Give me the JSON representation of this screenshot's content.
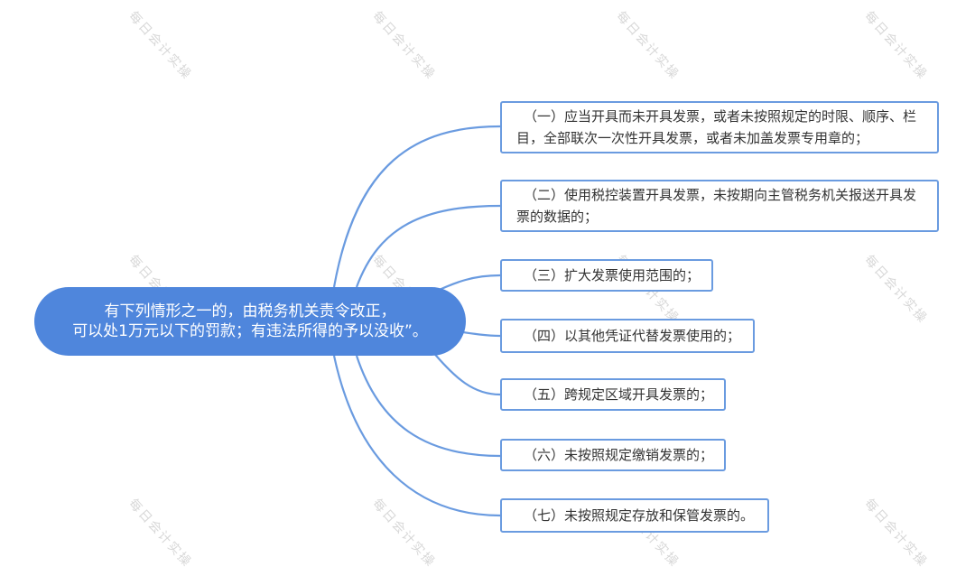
{
  "root": {
    "line1": "有下列情形之一的，由税务机关责令改正，",
    "line2": "可以处1万元以下的罚款；有违法所得的予以没收”。"
  },
  "branches": [
    "（一）应当开具而未开具发票，或者未按照规定的时限、顺序、栏目，全部联次一次性开具发票，或者未加盖发票专用章的；",
    "（二）使用税控装置开具发票，未按期向主管税务机关报送开具发票的数据的；",
    "（三）扩大发票使用范围的；",
    "（四）以其他凭证代替发票使用的；",
    "（五）跨规定区域开具发票的；",
    "（六）未按照规定缴销发票的；",
    "（七）未按照规定存放和保管发票的。"
  ],
  "watermark": "每日会计实操",
  "colors": {
    "root_fill": "#4f86dc",
    "branch_border": "#6a9be0",
    "connector": "#6a9be0",
    "text": "#333333"
  }
}
